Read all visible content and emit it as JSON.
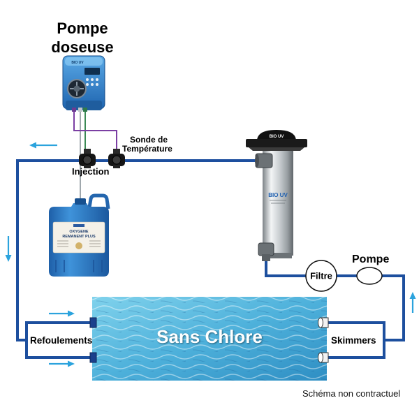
{
  "title": {
    "line1": "Pompe",
    "line2": "doseuse"
  },
  "labels": {
    "sensor_line1": "Sonde de",
    "sensor_line2": "Température",
    "injection": "Injection",
    "pump": "Pompe",
    "filter": "Filtre",
    "returns": "Refoulements",
    "skimmers": "Skimmers",
    "pool": "Sans Chlore"
  },
  "footnote": "Schéma non contractuel",
  "brand": {
    "logo": "BIO UV"
  },
  "canister": {
    "label_line1": "OXYGENE",
    "label_line2": "REMANENT PLUS"
  },
  "colors": {
    "pipe": "#1d4f9e",
    "flow_arrow": "#2ba3dd",
    "sensor_cable": "#7b3fa3",
    "injection_tube": "#3b8a55",
    "suction_tube": "#a0a8ad"
  }
}
